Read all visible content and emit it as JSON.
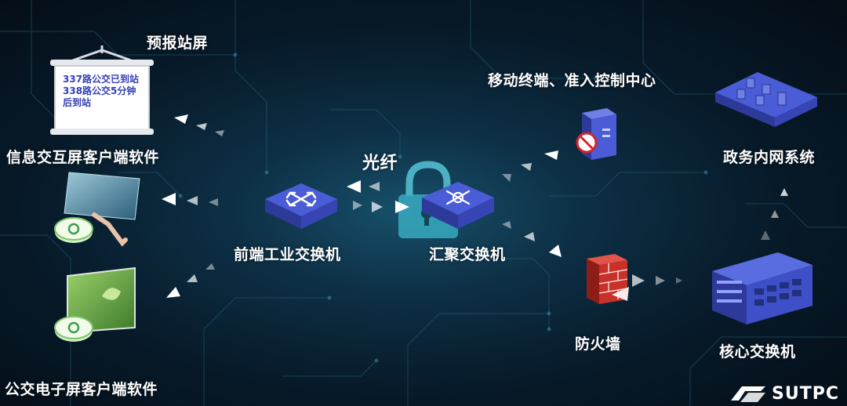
{
  "nodes": {
    "forecast_screen": {
      "label": "预报站屏",
      "screen_lines": [
        "337路公交已到站",
        "338路公交5分钟",
        "后到站"
      ]
    },
    "info_client": {
      "label": "信息交互屏客户端软件"
    },
    "bus_client": {
      "label": "公交电子屏客户端软件"
    },
    "front_switch": {
      "label": "前端工业交换机"
    },
    "fiber": {
      "label": "光纤"
    },
    "agg_switch": {
      "label": "汇聚交换机"
    },
    "mobile_access": {
      "label": "移动终端、准入控制中心"
    },
    "gov_net": {
      "label": "政务内网系统"
    },
    "firewall": {
      "label": "防火墙"
    },
    "core_switch": {
      "label": "核心交换机"
    }
  },
  "brand": {
    "name": "SUTPC"
  },
  "colors": {
    "accent": "#3b47b9",
    "switch_blue": "#3e4fc8",
    "firewall_red": "#c8302a",
    "arrow": "#c9d3dc"
  }
}
